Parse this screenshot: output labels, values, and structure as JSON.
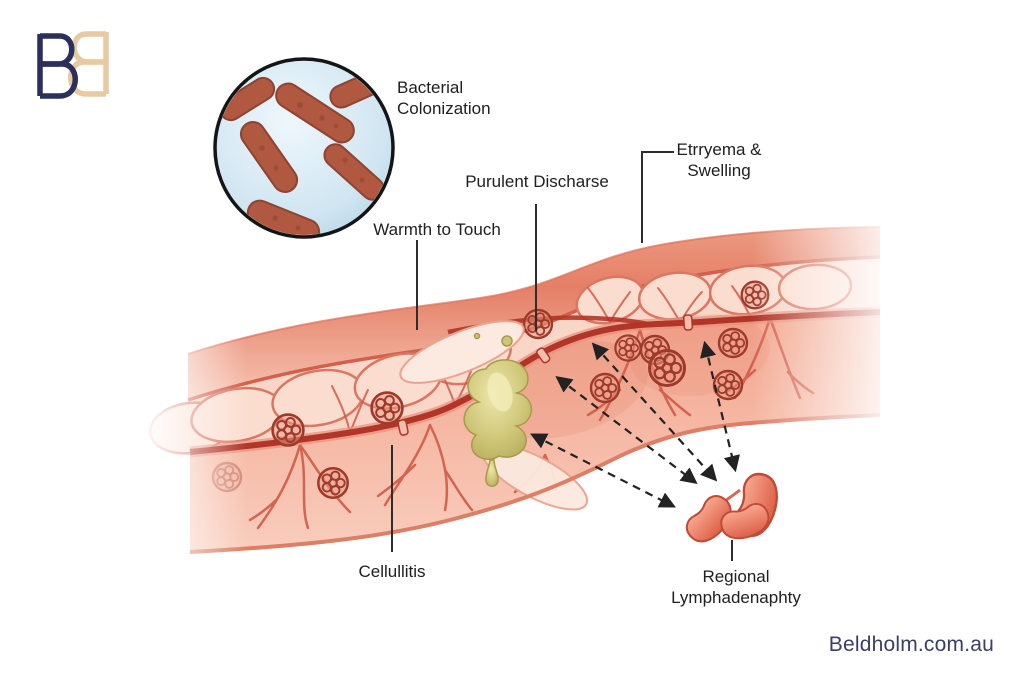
{
  "branding": {
    "watermark": "Beldholm.com.au"
  },
  "labels": {
    "bacterial_colonization": "Bacterial\nColonization",
    "warmth_to_touch": "Warmth to Touch",
    "purulent_discharge": "Purulent Discharse",
    "erythema_swelling": "Etrryema &\nSwelling",
    "cellulitis": "Cellullitis",
    "regional_lymphadenopathy": "Regional\nLymphadenaphty"
  },
  "colors": {
    "label_text": "#202020",
    "watermark_text": "#3a4065",
    "logo_navy": "#2a2f5c",
    "logo_tan": "#e7caa2",
    "annotation_line": "#2d2d2d",
    "arrow": "#222222",
    "skin_surface": "#e58269",
    "skin_light": "#f9d6c8",
    "vessel_dark": "#b23527",
    "vessel_branch": "#cf5b47",
    "pus": "#c9c06c",
    "lymph_node": "#e4705a",
    "microscope_blue": "#bcd9e9",
    "bacteria_rod": "#b05840"
  }
}
